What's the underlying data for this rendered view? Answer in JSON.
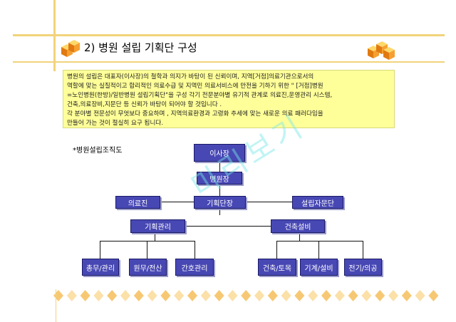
{
  "title": "2) 병원 설립 기획단 구성",
  "intro_lines": [
    "병원의 설립은 대표자(이사장)의 철학과 의지가 바탕이 된 신뢰이며, 지역[거점]의료기관으로서의",
    "역할에 맞는 실질적이고 합리적인 의료수급 및 지역민 의료서비스에 만전을 기하기 위한 \" [거점]병원",
    "=노인병원(한방)/일반병원 설립기획단\"을 구성 각기 전문분야별 유기적 관계로 의료진,운영관리 시스템,",
    "건축,의료장비,지문단 등 신뢰가 바탕이 되어야 할 것입니다 .",
    "각 분야별 전문성이 무엇보다 중요하며 , 지역의료환경과 고령화 추세에 맞는 새로운 의료 패러다임을",
    "만들어 가는 것이 절실히 요구 됩니다."
  ],
  "caption": "*병원설립조직도",
  "org": {
    "chairman": "이사장",
    "director": "병원장",
    "medical_staff": "의료진",
    "planning_group": "기획단장",
    "advisory": "설립자문단",
    "planning_mgmt": "기획관리",
    "construction": "건축설비",
    "general_affairs": "총무/관리",
    "admin_it": "원무/전산",
    "nursing": "간호관리",
    "civil": "건축/토목",
    "equipment": "기계/설비",
    "electric": "전기/의공"
  },
  "watermark": "미리보기",
  "colors": {
    "accent": "#f2d37a",
    "node": "#4848b4",
    "textbox": "#ffff99"
  }
}
